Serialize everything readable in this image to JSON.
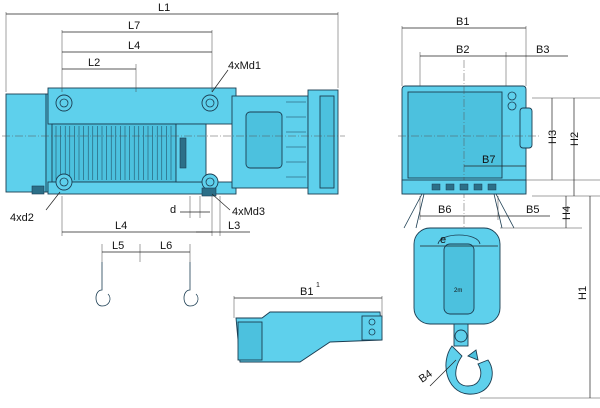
{
  "colors": {
    "body": "#5ed0ec",
    "body_shade": "#4cc1de",
    "outline": "#1b3d52",
    "background": "#ffffff"
  },
  "labels": {
    "L1": "L1",
    "L7": "L7",
    "L4_top": "L4",
    "L2": "L2",
    "Md1": "4xMd1",
    "d2": "4xd2",
    "d": "d",
    "Md3": "4xMd3",
    "L4_bottom": "L4",
    "L3": "L3",
    "L5": "L5",
    "L6": "L6",
    "B1": "B1",
    "B2": "B2",
    "B3": "B3",
    "H3": "H3",
    "H2": "H2",
    "B7": "B7",
    "B6": "B6",
    "B5": "B5",
    "H4": "H4",
    "H1": "H1",
    "e": "e",
    "B4": "B4",
    "B1_1": "B1",
    "B1_1_sup": "1",
    "block_mark": "2m"
  }
}
